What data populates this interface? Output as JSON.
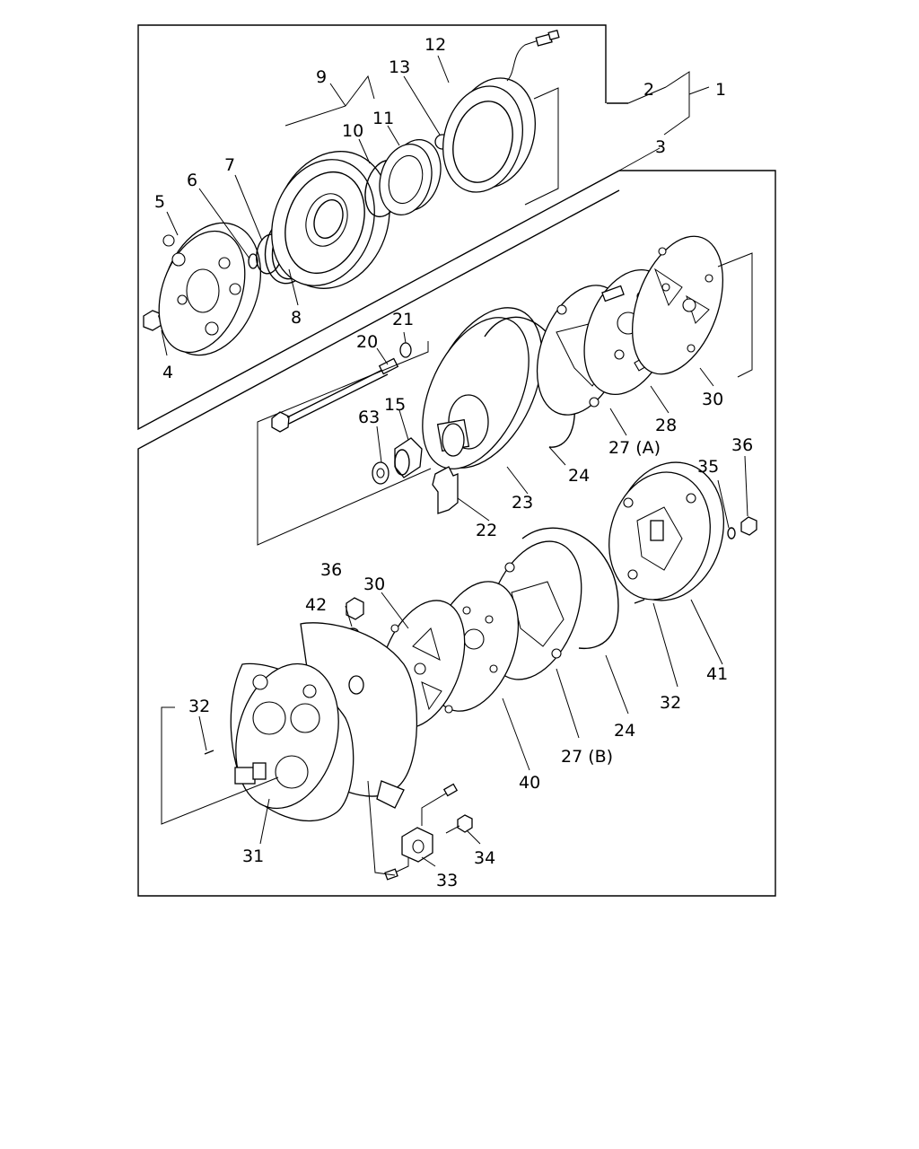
{
  "labels": {
    "l1": "1",
    "l2": "2",
    "l3": "3",
    "l4": "4",
    "l5": "5",
    "l6": "6",
    "l7": "7",
    "l8": "8",
    "l9": "9",
    "l10": "10",
    "l11": "11",
    "l12": "12",
    "l13": "13",
    "l15": "15",
    "l20": "20",
    "l21": "21",
    "l22": "22",
    "l23": "23",
    "l24a": "24",
    "l24b": "24",
    "l27a": "27 (A)",
    "l27b": "27 (B)",
    "l28": "28",
    "l30a": "30",
    "l30b": "30",
    "l31": "31",
    "l32a": "32",
    "l32b": "32",
    "l33": "33",
    "l34": "34",
    "l35": "35",
    "l36a": "36",
    "l36b": "36",
    "l40": "40",
    "l41": "41",
    "l42": "42",
    "l63": "63"
  }
}
